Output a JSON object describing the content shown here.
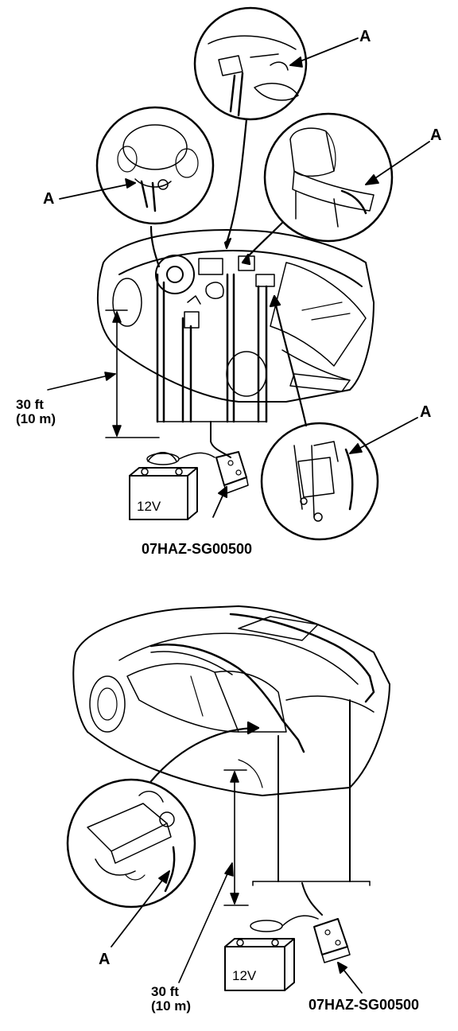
{
  "figure_top": {
    "callouts": [
      "A",
      "A",
      "A",
      "A"
    ],
    "distance": {
      "line1": "30 ft",
      "line2": "(10 m)"
    },
    "battery_label": "12V",
    "tool_label": "07HAZ-SG00500"
  },
  "figure_bottom": {
    "callouts": [
      "A"
    ],
    "distance": {
      "line1": "30 ft",
      "line2": "(10 m)"
    },
    "battery_label": "12V",
    "tool_label": "07HAZ-SG00500"
  }
}
